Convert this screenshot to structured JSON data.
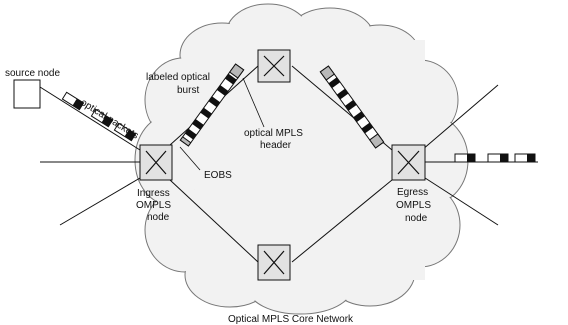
{
  "labels": {
    "source_node": "source node",
    "optical_packets": "optical packets",
    "labeled_burst_line1": "labeled optical",
    "labeled_burst_line2": "burst",
    "optical_mpls_header_line1": "optical MPLS",
    "optical_mpls_header_line2": "header",
    "eobs": "EOBS",
    "ingress_line1": "Ingress",
    "ingress_line2": "OMPLS",
    "ingress_line3": "node",
    "egress_line1": "Egress",
    "egress_line2": "OMPLS",
    "egress_line3": "node",
    "core_network": "Optical MPLS Core Network"
  },
  "icons": {
    "router": "crossed-switch-icon",
    "source": "square-node-icon",
    "packet": "optical-packet-icon",
    "burst": "optical-burst-icon"
  },
  "colors": {
    "cloud_fill": "#f2f2f2",
    "cloud_stroke": "#777777",
    "router_fill": "#e2e2e2",
    "header_fill": "#b8b8b8",
    "line": "#111111"
  }
}
